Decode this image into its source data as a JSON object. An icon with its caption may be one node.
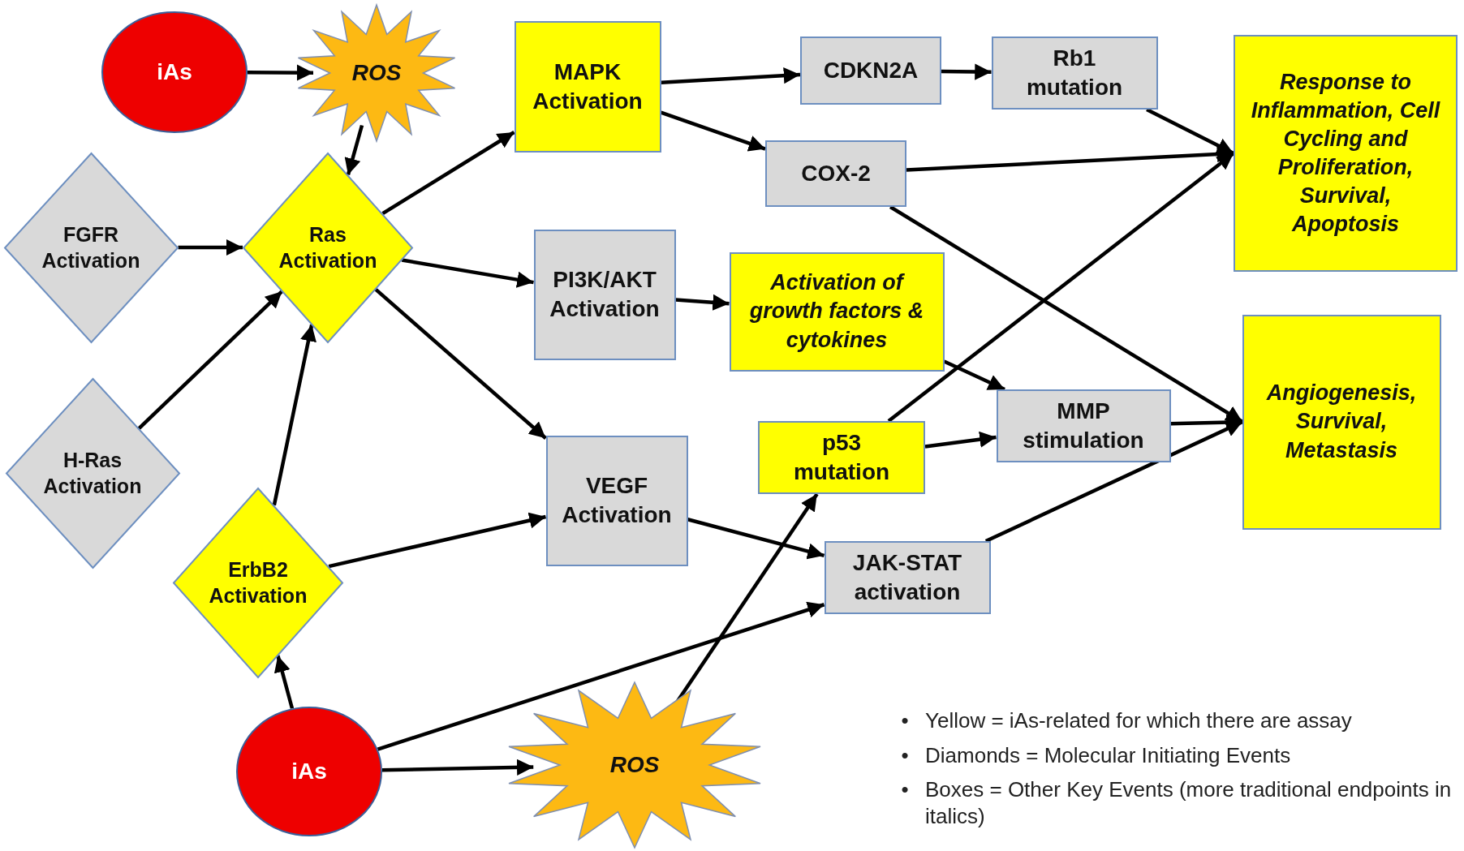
{
  "diagram": {
    "nodes": [
      {
        "text": [
          "iAs"
        ]
      },
      {
        "text": [
          "ROS"
        ]
      },
      {
        "text": [
          "MAPK Activation"
        ]
      },
      {
        "text": [
          "CDKN2A"
        ]
      },
      {
        "text": [
          "Rb1 mutation"
        ]
      },
      {
        "text": [
          "Response to Inflammation, Cell Cycling and Proliferation, Survival, Apoptosis"
        ]
      },
      {
        "text": [
          "FGFR Activation"
        ]
      },
      {
        "text": [
          "Ras Activation"
        ]
      },
      {
        "text": [
          "COX-2"
        ]
      },
      {
        "text": [
          "PI3K/AKT Activation"
        ]
      },
      {
        "text": [
          "Activation of growth factors & cytokines"
        ]
      },
      {
        "text": [
          "H-Ras Activation"
        ]
      },
      {
        "text": [
          "Angiogenesis, Survival, Metastasis"
        ]
      },
      {
        "text": [
          "MMP stimulation"
        ]
      },
      {
        "text": [
          "p53 mutation"
        ]
      },
      {
        "text": [
          "VEGF Activation"
        ]
      },
      {
        "text": [
          "ErbB2 Activation"
        ]
      },
      {
        "text": [
          "JAK-STAT activation"
        ]
      },
      {
        "text": [
          "iAs"
        ]
      },
      {
        "text": [
          "ROS"
        ]
      }
    ],
    "edges": [
      {
        "from": 0,
        "to": 1,
        "arrow": "to"
      },
      {
        "from": 1,
        "to": 7,
        "arrow": "to"
      },
      {
        "from": 6,
        "to": 7,
        "arrow": "to"
      },
      {
        "from": 11,
        "to": 7,
        "arrow": "to"
      },
      {
        "from": 16,
        "to": 7,
        "arrow": "to"
      },
      {
        "from": 18,
        "to": 16,
        "arrow": "to"
      },
      {
        "from": 18,
        "to": 19,
        "arrow": "to"
      },
      {
        "from": 18,
        "to": 17,
        "arrow": "to"
      },
      {
        "from": 19,
        "to": 14,
        "arrow": "to"
      },
      {
        "from": 7,
        "to": 2,
        "arrow": "to"
      },
      {
        "from": 7,
        "to": 9,
        "arrow": "to"
      },
      {
        "from": 7,
        "to": 15,
        "arrow": "to"
      },
      {
        "from": 16,
        "to": 15,
        "arrow": "to"
      },
      {
        "from": 2,
        "to": 3,
        "arrow": "to"
      },
      {
        "from": 2,
        "to": 8,
        "arrow": "to"
      },
      {
        "from": 3,
        "to": 4,
        "arrow": "to"
      },
      {
        "from": 4,
        "to": 5,
        "arrow": "to"
      },
      {
        "from": 8,
        "to": 5,
        "arrow": "to"
      },
      {
        "from": 8,
        "to": 12,
        "arrow": "to"
      },
      {
        "from": 9,
        "to": 10,
        "arrow": "to"
      },
      {
        "from": 10,
        "to": 13,
        "arrow": "to"
      },
      {
        "from": 14,
        "to": 13,
        "arrow": "to"
      },
      {
        "from": 14,
        "to": 5,
        "arrow": "to"
      },
      {
        "from": 13,
        "to": 12,
        "arrow": "to"
      },
      {
        "from": 15,
        "to": 17,
        "arrow": "to"
      },
      {
        "from": 17,
        "to": 12,
        "arrow": "to"
      }
    ],
    "labels": [
      "•",
      "Yellow = iAs-related for which there are assay",
      "•",
      "Diamonds = Molecular Initiating Events",
      "•",
      "Boxes = Other Key Events (more traditional endpoints in italics)"
    ]
  }
}
